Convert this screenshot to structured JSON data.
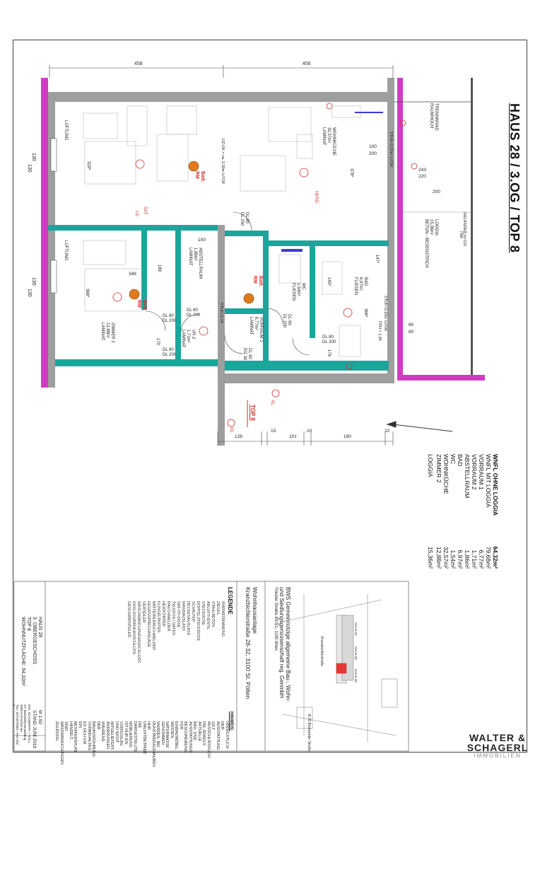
{
  "header": {
    "title": "HAUS 28 / 3.OG / TOP 8"
  },
  "colors": {
    "wall_teal": "#1aa69b",
    "wall_magenta": "#cf3ec2",
    "concrete_grey": "#9e9e9e",
    "socket_red": "#d32f2f",
    "lamp_orange": "#e07a1c",
    "text_dark": "#222222",
    "site_highlight": "#e53935"
  },
  "dimensions": {
    "top_left": "458",
    "top_right": "456",
    "bottom": [
      "128",
      "15",
      "101",
      "10",
      "190",
      "10"
    ],
    "left_130_a": "130",
    "left_130_b": "130",
    "left_130_c": "130",
    "left_130_d": "130",
    "balcony_top": "243",
    "balcony_bottom": "220",
    "d100": "100",
    "d200": "200",
    "d200_b": "200",
    "d348": "348",
    "d100_b": "100",
    "d80_a": "80",
    "d80_b": "80",
    "d766": "766"
  },
  "rooms": [
    {
      "name": "WOHNKÜCHE",
      "area": "32,57m²",
      "floor": "LAMINAT"
    },
    {
      "name": "ZIMMER 2",
      "area": "12,88m²",
      "floor": "LAMINAT"
    },
    {
      "name": "ABSTELLRAUM",
      "area": "1,86m²",
      "floor": "LAMINAT"
    },
    {
      "name": "VORRAUM 1",
      "area": "6,77m²",
      "floor": "LAMINAT"
    },
    {
      "name": "VR 2",
      "area": "1,71m²",
      "floor": "LAMINAT"
    },
    {
      "name": "BAD",
      "area": "6,97m²",
      "floor": "FLIESEN"
    },
    {
      "name": "WC",
      "area": "1,54m²",
      "floor": "FLIESEN"
    },
    {
      "name": "LOGGIA",
      "area": "15,36m²",
      "floor": "BETON - BESENSTRICH"
    }
  ],
  "labels": {
    "lueftung_1": "LÜFTUNG",
    "lueftung_2": "LÜFTUNG",
    "trennwand": "TRENNWAND RAUMHOCH",
    "gelaender": "GELÄNDER H=110",
    "uz_uk": "UZ-UK = ca. 2,30m ü.FOK",
    "stuk_1": "STUK=2,20m ü.FOK",
    "stuk_2": "STUK=2,10",
    "stuk_3": "STUK=2,20m ü.FOK",
    "herd": "HERD",
    "batt_rm_1": "Batt. RM",
    "batt_rm_2": "Batt. RM",
    "batt_rm_3": "Batt. RM",
    "dl_80_200": "DL 80\nDL 200",
    "dl_90_200": "DL 90\nDL 200",
    "dl_80_250": "DL 80\nDL 250",
    "dl_80_200_b": "DL 80\nDL 200",
    "dl_80_200_c": "DL 80\nDL 200",
    "dl_80_200_d": "DL 80\nDL 200",
    "dl_90_200_e": "DL 90\nEI2 30",
    "top_8": "TOP 8",
    "kl": "KL",
    "gl": "GL",
    "fph": "FPH = 1,40",
    "sat": "SAT",
    "ld": "LD",
    "d189": "189",
    "d368": "368*",
    "d378": "378*",
    "d329": "329*",
    "d170": "170",
    "d145": "145*",
    "d179": "179",
    "d366": "366*",
    "d147": "147*"
  },
  "areas": {
    "wnfl_ohne_loggia": {
      "label": "WNFL OHNE LOGGIA",
      "value": "64,32m²"
    },
    "wnfl_mit_loggia": {
      "label": "WNFL MIT LOGGIA",
      "value": "79,68m²"
    },
    "rows": [
      {
        "label": "VORRAUM 1",
        "value": "6,77m²"
      },
      {
        "label": "VORRAUM 2",
        "value": "1,71m²"
      },
      {
        "label": "ABSTELLRAUM",
        "value": "1,86m²"
      },
      {
        "label": "BAD",
        "value": "6,97m²"
      },
      {
        "label": "WC",
        "value": "1,54m²"
      },
      {
        "label": "WOHNKÜCHE",
        "value": "32,57m²"
      },
      {
        "label": "ZIMMER 2",
        "value": "12,88m²"
      },
      {
        "label": "LOGGIA",
        "value": "15,36m²"
      }
    ]
  },
  "titleblock": {
    "company_line1": "BWS Gemeinnützige allgemeine Bau-, Wohn-",
    "company_line2": "und Siedlungsgenossenschaft reg. GenmbH",
    "company_address": "Triester Straße 40/3/1, 1100 Wien",
    "project_line1": "Wohnhausanlage",
    "project_line2": "Kranzbichlerstraße 28-32, 3100 St. Pölten",
    "street_label": "Kranzbichlerstraße",
    "street_b20": "B 20 Mariazeller Straße",
    "haus_labels": [
      "HAUS 32",
      "HAUS 30",
      "HAUS 28"
    ],
    "legend_title": "LEGENDE",
    "legend_items": [
      "WÄRMEDÄMMUNG",
      "ZIEGEL",
      "STAHLBETON",
      "ABLUFTVENTIL",
      "STECKDOSE",
      "DOPPELSTECKDOSE",
      "SCHALTER",
      "DECKENAUSLASS",
      "WANDAUSLASS",
      "SAT-/TV-DOSE",
      "TELEFON / DATEN",
      "RAUCHMELDER",
      "HEIZKÖRPER",
      "KLINGELTASTER",
      "BATTERIERAUCHMELDER",
      "GEGENSPRECHANLAGE",
      "VERTEILER",
      "WASCHMASCHINENANSCHLUSS",
      "KÜHLSCHRANKANSCHLUSS",
      "GESCHIRRSPÜLER"
    ],
    "hinweis_title": "HINWEIS:",
    "hinweis_text": "HINSICHTLICH DER AUSSTATTUNG GILT AUSSCHLIESSLICH DIE JEWEILS AKTUELLE BAU- UND AUSSTATTUNGS-BESCHREIBUNG. FÜR EINBAUMÖBEL MÜSSEN NATURMASSE GENOMMEN WERDEN. BEI DUNSTABZUGSHAUBEN NUR UMLUFTBETRIEB. DIE DARGESTELLTE MÖBLIERUNG IST NUR EIN VORSCHLAG UND NICHT MITGELIEFERT. ÄNDERUNGEN WÄHREND DER BAUAUSFÜHRUNG VORBEHALTEN. ES SICH UM EIN BESTANDSPLAN HANDELT, SIND MASSABWEICHUNGEN ZULÄSSIG.",
    "plan_haus": "HAUS 28",
    "plan_floor": "3. OBERGESCHOSS",
    "plan_top": "TOP 8",
    "plan_area": "WOHNNUTZFLÄCHE: 64,32m²",
    "scale": "M 1:50",
    "stand_label": "STAND",
    "stand_date": "JUNI 2019",
    "architect_text": "ING. SCHUBERTH + KOLL ZT, Baustellenverwaltung, 3500 Krems/Donau",
    "architect_tel": "TEL: 02732/70957, FAX DW 4"
  },
  "brand": {
    "name": "WALTER & SCHAGERL",
    "sub": "IMMOBILIEN"
  }
}
